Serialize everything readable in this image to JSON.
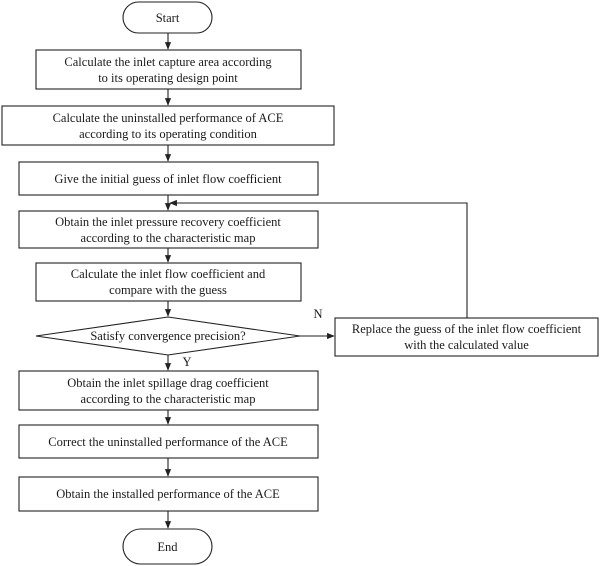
{
  "flowchart": {
    "start": "Start",
    "end": "End",
    "steps": [
      [
        "Calculate the inlet capture area according",
        "to its operating design point"
      ],
      [
        "Calculate the uninstalled performance of ACE",
        "according to its operating condition"
      ],
      [
        "Give the initial guess of inlet flow coefficient"
      ],
      [
        "Obtain the inlet pressure recovery coefficient",
        "according to the characteristic map"
      ],
      [
        "Calculate the inlet flow coefficient and",
        "compare with the guess"
      ]
    ],
    "decision": "Satisfy convergence precision?",
    "yes_label": "Y",
    "no_label": "N",
    "loop_step": [
      "Replace the guess of the inlet flow coefficient",
      "with the calculated value"
    ],
    "after_steps": [
      [
        "Obtain the inlet spillage drag coefficient",
        "according to the characteristic map"
      ],
      [
        "Correct the uninstalled performance of the ACE"
      ],
      [
        "Obtain the installed performance of the ACE"
      ]
    ]
  }
}
